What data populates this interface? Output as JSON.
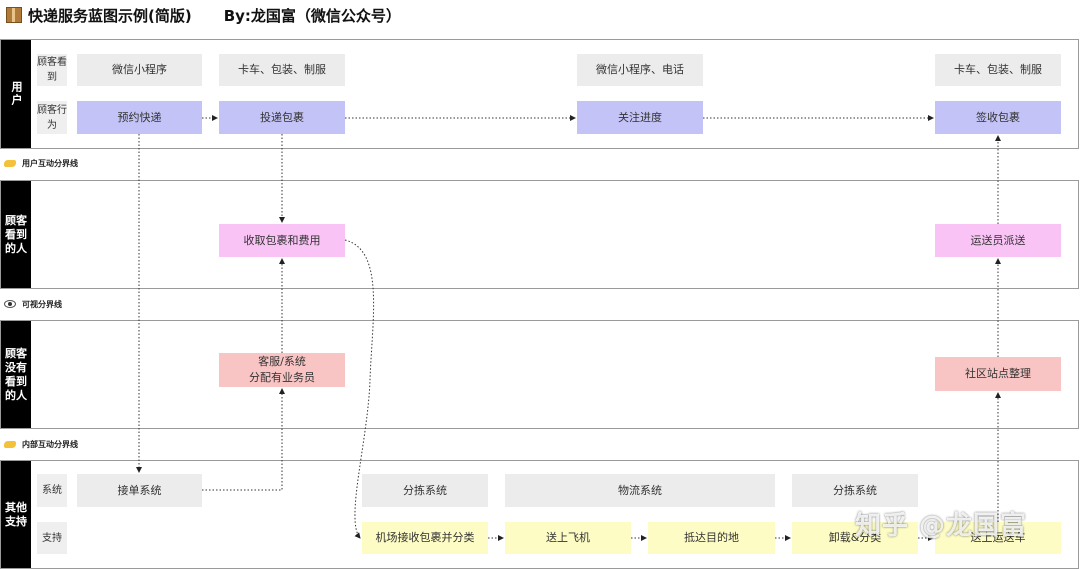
{
  "header": {
    "title": "快递服务蓝图示例(简版)",
    "byline": "By:龙国富（微信公众号）"
  },
  "lanes": {
    "user": "用户",
    "visible": "顾客看到的人",
    "invisible": "顾客没有看到的人",
    "other": "其他支持"
  },
  "rows": {
    "customer_sees": "顾客看到",
    "customer_actions": "顾客行为",
    "system": "系统",
    "support": "支持"
  },
  "dividers": {
    "interaction": "用户互动分界线",
    "visibility": "可视分界线",
    "internal": "内部互动分界线"
  },
  "nodes": {
    "sees1": "微信小程序",
    "sees2": "卡车、包装、制服",
    "sees3": "微信小程序、电话",
    "sees4": "卡车、包装、制服",
    "act1": "预约快递",
    "act2": "投递包裹",
    "act3": "关注进度",
    "act4": "签收包裹",
    "vis1": "收取包裹和费用",
    "vis2": "运送员派送",
    "inv1": "客服/系统\n分配有业务员",
    "inv2": "社区站点整理",
    "sys1": "接单系统",
    "sys2": "分拣系统",
    "sys3": "物流系统",
    "sys4": "分拣系统",
    "sup1": "机场接收包裹并分类",
    "sup2": "送上飞机",
    "sup3": "抵达目的地",
    "sup4": "卸载&分类",
    "sup5": "送上运送车"
  },
  "watermark": "知乎 @龙国富",
  "icons": {
    "title": "package-icon",
    "interaction": "handshake-icon",
    "visibility": "eye-icon",
    "internal": "handshake-icon"
  }
}
